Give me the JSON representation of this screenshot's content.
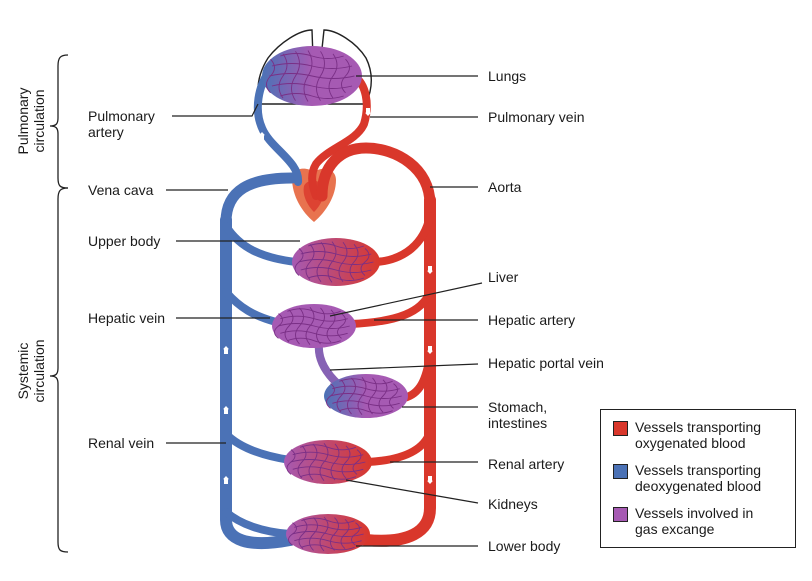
{
  "colors": {
    "oxygenated": "#d9372b",
    "deoxygenated": "#4b72b6",
    "gas_exchange": "#a65ab3",
    "capillary_mesh": "#7a2f86",
    "heart": "#e8734f",
    "line": "#222222"
  },
  "side_labels": {
    "pulmonary": "Pulmonary\ncirculation",
    "systemic": "Systemic\ncirculation"
  },
  "labels": {
    "pulmonary_artery": "Pulmonary\nartery",
    "vena_cava": "Vena cava",
    "upper_body": "Upper body",
    "hepatic_vein": "Hepatic vein",
    "renal_vein": "Renal vein",
    "lungs": "Lungs",
    "pulmonary_vein": "Pulmonary vein",
    "aorta": "Aorta",
    "liver": "Liver",
    "hepatic_artery": "Hepatic artery",
    "hepatic_portal_vein": "Hepatic portal vein",
    "stomach_intestines": "Stomach,\nintestines",
    "renal_artery": "Renal artery",
    "kidneys": "Kidneys",
    "lower_body": "Lower body"
  },
  "legend": {
    "items": [
      {
        "label": "Vessels transporting\noxygenated blood",
        "color": "#d9372b"
      },
      {
        "label": "Vessels transporting\ndeoxygenated blood",
        "color": "#4b72b6"
      },
      {
        "label": "Vessels involved in\ngas excange",
        "color": "#a65ab3"
      }
    ]
  }
}
